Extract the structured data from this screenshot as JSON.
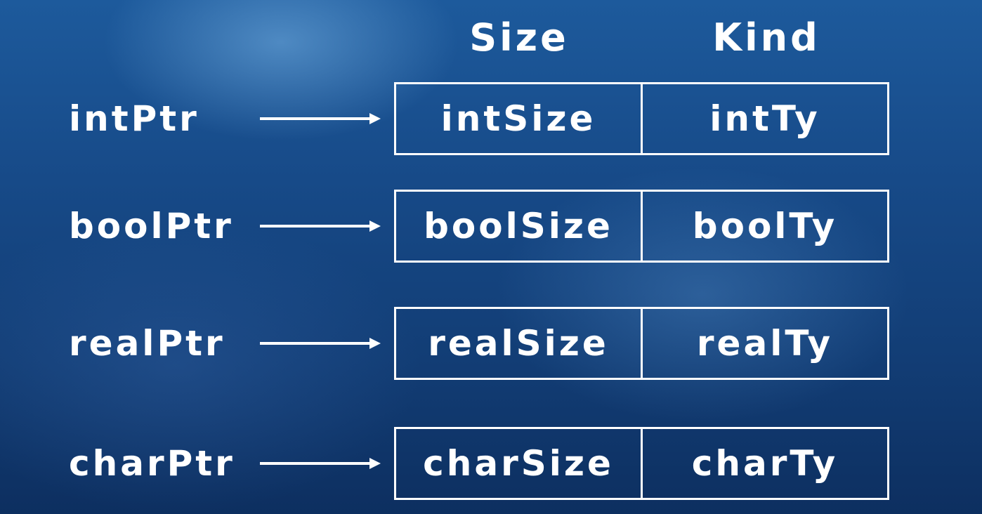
{
  "headers": {
    "size": "Size",
    "kind": "Kind"
  },
  "rows": [
    {
      "pointer": "intPtr",
      "size": "intSize",
      "kind": "intTy"
    },
    {
      "pointer": "boolPtr",
      "size": "boolSize",
      "kind": "boolTy"
    },
    {
      "pointer": "realPtr",
      "size": "realSize",
      "kind": "realTy"
    },
    {
      "pointer": "charPtr",
      "size": "charSize",
      "kind": "charTy"
    }
  ],
  "colors": {
    "background_top": "#1d5a9c",
    "background_bottom": "#0d2f60",
    "foreground": "#ffffff"
  }
}
